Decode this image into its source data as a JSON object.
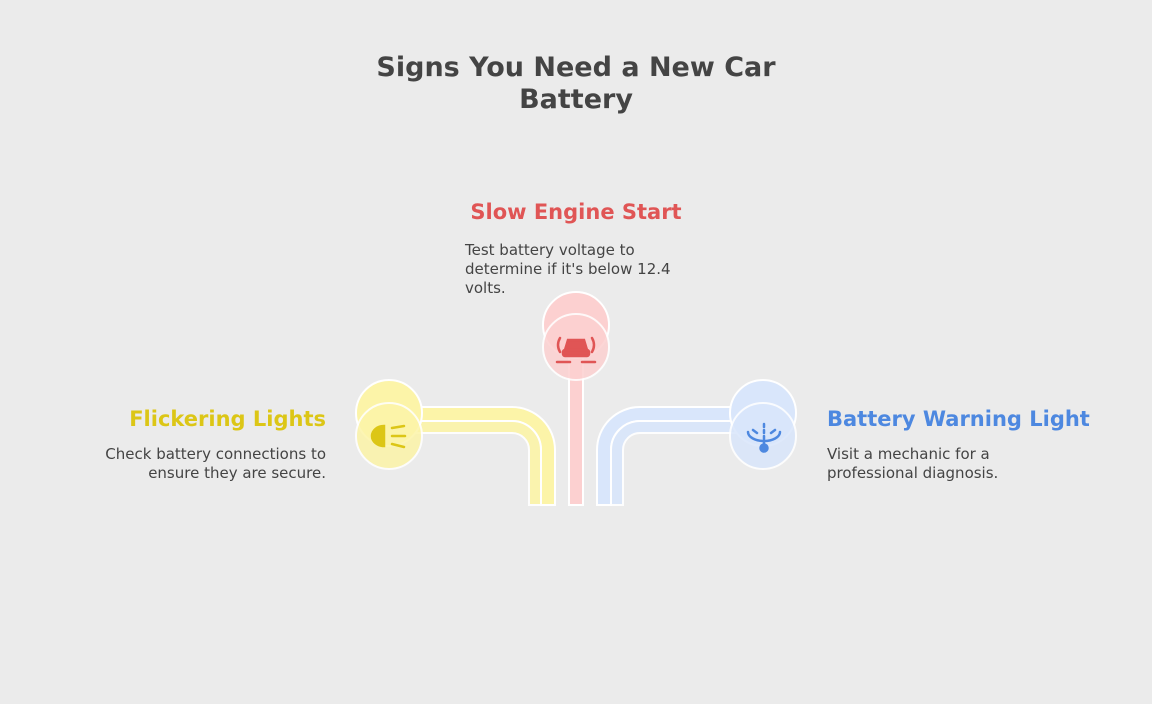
{
  "title": "Signs You Need a New Car Battery",
  "colors": {
    "background": "#ebebeb",
    "text": "#444444",
    "red": "#e05555",
    "yellow": "#dcc616",
    "blue": "#4d88e0",
    "red_fill": "#fcd0d0",
    "yellow_fill": "#fcf4a8",
    "blue_fill": "#d9e6fb"
  },
  "signs": {
    "slow": {
      "heading": "Slow Engine Start",
      "description": "Test battery voltage to determine if it's below 12.4 volts.",
      "icon": "car-icon"
    },
    "flicker": {
      "heading": "Flickering Lights",
      "description": "Check battery connections to ensure they are secure.",
      "icon": "headlight-icon"
    },
    "warning": {
      "heading": "Battery Warning Light",
      "description": "Visit a mechanic for a professional diagnosis.",
      "icon": "warning-light-icon"
    }
  }
}
